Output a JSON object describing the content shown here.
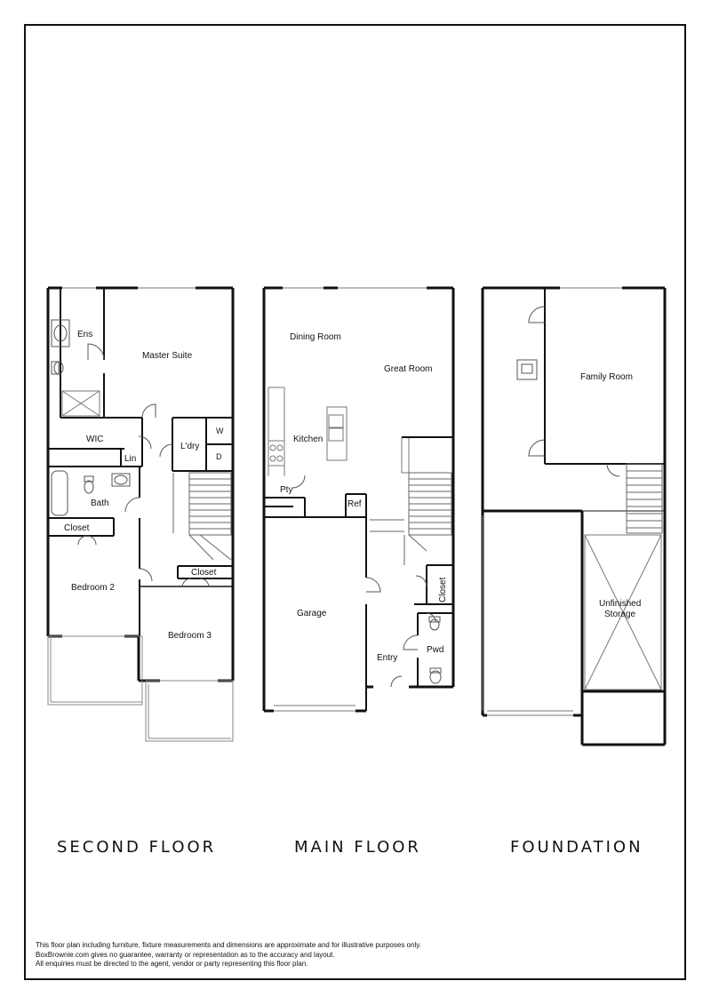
{
  "floors": {
    "second": {
      "title": "SECOND FLOOR",
      "rooms": {
        "ens": "Ens",
        "master_suite": "Master Suite",
        "wic": "WIC",
        "lin": "Lin",
        "laundry": "L'dry",
        "washer": "W",
        "dryer": "D",
        "bath": "Bath",
        "closet_left": "Closet",
        "closet_right": "Closet",
        "bedroom2": "Bedroom 2",
        "bedroom3": "Bedroom 3"
      }
    },
    "main": {
      "title": "MAIN FLOOR",
      "rooms": {
        "dining_room": "Dining Room",
        "great_room": "Great Room",
        "kitchen": "Kitchen",
        "pantry": "Pty",
        "ref": "Ref",
        "garage": "Garage",
        "closet": "Closet",
        "entry": "Entry",
        "pwd": "Pwd"
      }
    },
    "foundation": {
      "title": "FOUNDATION",
      "rooms": {
        "family_room": "Family Room",
        "unfinished_storage_line1": "Unfinished",
        "unfinished_storage_line2": "Storage"
      }
    }
  },
  "disclaimer": {
    "line1": "This floor plan including furniture, fixture measurements and dimensions are approximate and for illustrative purposes only.",
    "line2": "BoxBrownie.com gives no guarantee, warranty or representation as to the accuracy and layout.",
    "line3": "All enquiries must be directed to the agent, vendor or party representing this floor plan."
  },
  "colors": {
    "wall": "#111111",
    "thin_line": "#666666",
    "light_line": "#999999",
    "background": "#ffffff"
  }
}
